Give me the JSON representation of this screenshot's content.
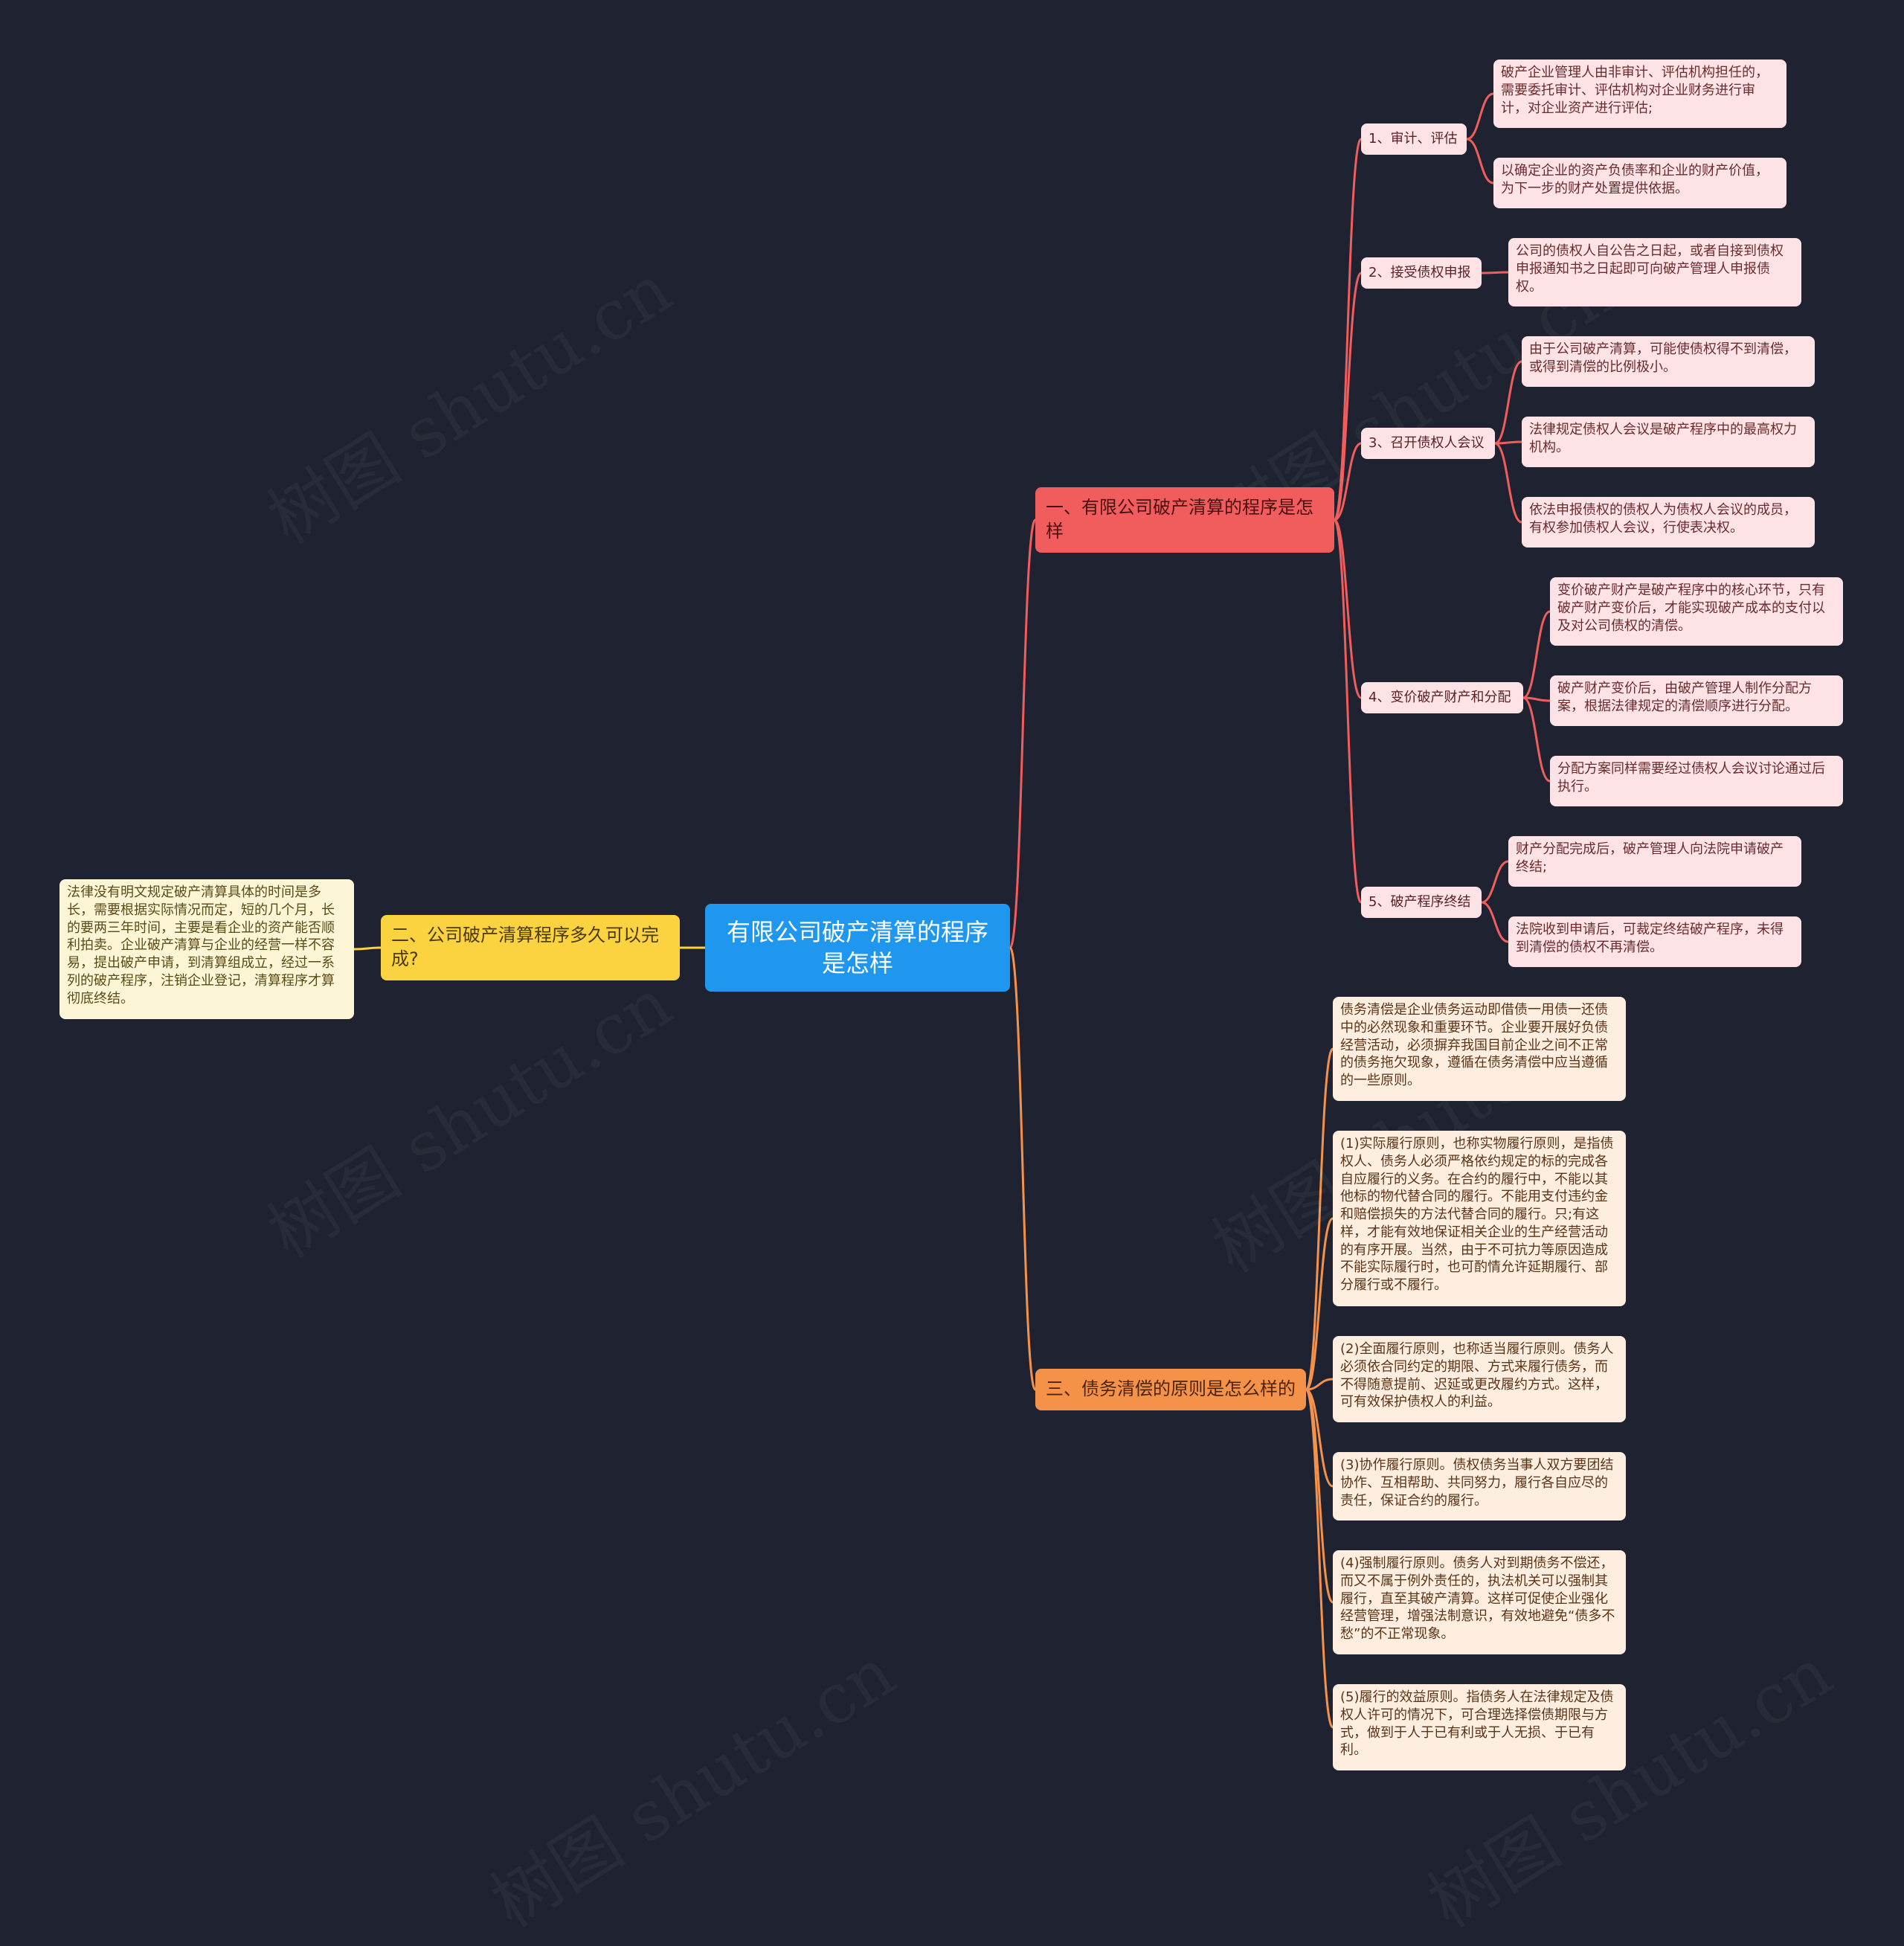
{
  "watermark": "树图 shutu.cn",
  "colors": {
    "background": "#1f2331",
    "root": "#1f97ee",
    "branch_1": "#f15d5d",
    "branch_2": "#fbd240",
    "branch_3": "#f5924a",
    "sub_node": "#fde3e5",
    "leaf_branch_1": "#fde3e5",
    "leaf_branch_2": "#fdf6d6",
    "leaf_branch_3": "#fdeee0"
  },
  "root": {
    "text": "有限公司破产清算的程序是怎样"
  },
  "branch1": {
    "text": "一、有限公司破产清算的程序是怎样",
    "subs": [
      {
        "text": "1、审计、评估",
        "leaves": [
          "破产企业管理人由非审计、评估机构担任的，需要委托审计、评估机构对企业财务进行审计，对企业资产进行评估;",
          "以确定企业的资产负债率和企业的财产价值，为下一步的财产处置提供依据。"
        ]
      },
      {
        "text": "2、接受债权申报",
        "leaves": [
          "公司的债权人自公告之日起，或者自接到债权申报通知书之日起即可向破产管理人申报债权。"
        ]
      },
      {
        "text": "3、召开债权人会议",
        "leaves": [
          "由于公司破产清算，可能使债权得不到清偿，或得到清偿的比例极小。",
          "法律规定债权人会议是破产程序中的最高权力机构。",
          "依法申报债权的债权人为债权人会议的成员，有权参加债权人会议，行使表决权。"
        ]
      },
      {
        "text": "4、变价破产财产和分配",
        "leaves": [
          "变价破产财产是破产程序中的核心环节，只有破产财产变价后，才能实现破产成本的支付以及对公司债权的清偿。",
          "破产财产变价后，由破产管理人制作分配方案，根据法律规定的清偿顺序进行分配。",
          "分配方案同样需要经过债权人会议讨论通过后执行。"
        ]
      },
      {
        "text": "5、破产程序终结",
        "leaves": [
          "财产分配完成后，破产管理人向法院申请破产终结;",
          "法院收到申请后，可裁定终结破产程序，未得到清偿的债权不再清偿。"
        ]
      }
    ]
  },
  "branch2": {
    "text": "二、公司破产清算程序多久可以完成?",
    "leaf": "法律没有明文规定破产清算具体的时间是多长，需要根据实际情况而定，短的几个月，长的要两三年时间，主要是看企业的资产能否顺利拍卖。企业破产清算与企业的经营一样不容易，提出破产申请，到清算组成立，经过一系列的破产程序，注销企业登记，清算程序才算彻底终结。"
  },
  "branch3": {
    "text": "三、债务清偿的原则是怎么样的",
    "leaves": [
      "债务清偿是企业债务运动即借债一用债一还债中的必然现象和重要环节。企业要开展好负债经营活动，必须摒弃我国目前企业之间不正常的债务拖欠现象，遵循在债务清偿中应当遵循的一些原则。",
      "(1)实际履行原则，也称实物履行原则，是指债权人、债务人必须严格依约规定的标的完成各自应履行的义务。在合约的履行中，不能以其他标的物代替合同的履行。不能用支付违约金和赔偿损失的方法代替合同的履行。只;有这样，才能有效地保证相关企业的生产经营活动的有序开展。当然，由于不可抗力等原因造成不能实际履行时，也可酌情允许延期履行、部分履行或不履行。",
      "(2)全面履行原则，也称适当履行原则。债务人必须依合同约定的期限、方式来履行债务，而不得随意提前、迟延或更改履约方式。这样，可有效保护债权人的利益。",
      "(3)协作履行原则。债权债务当事人双方要团结协作、互相帮助、共同努力，履行各自应尽的责任，保证合约的履行。",
      "(4)强制履行原则。债务人对到期债务不偿还，而又不属于例外责任的，执法机关可以强制其履行，直至其破产清算。这样可促使企业强化经营管理，增强法制意识，有效地避免“债多不愁”的不正常现象。",
      "(5)履行的效益原则。指债务人在法律规定及债权人许可的情况下，可合理选择偿债期限与方式，做到于人于已有利或于人无损、于已有利。"
    ]
  }
}
